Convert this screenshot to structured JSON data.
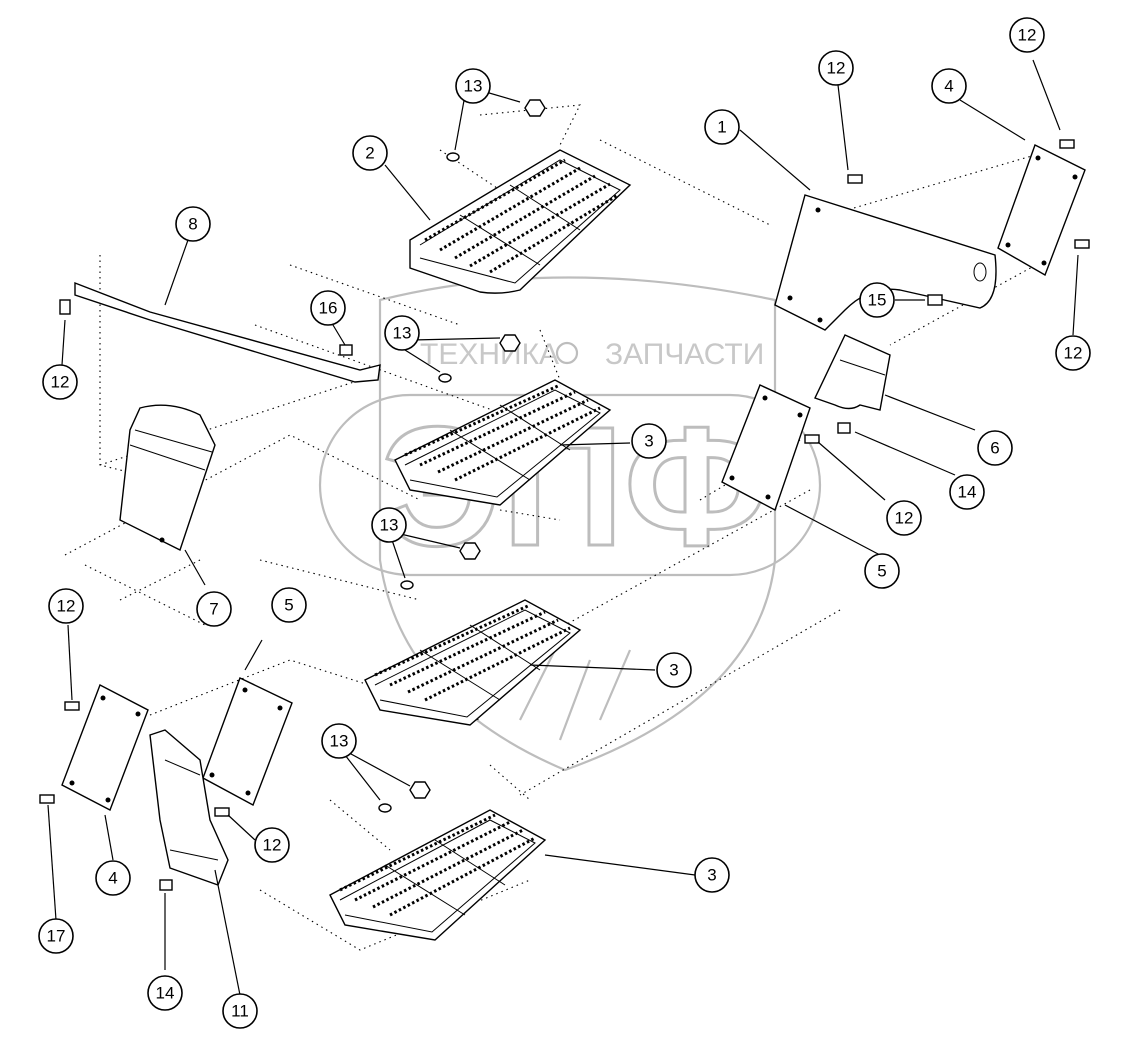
{
  "watermark": {
    "left_text": "ТЕХНИКА",
    "right_text": "ЗАПЧАСТИ",
    "monogram": "ЭПФ",
    "color": "#c8c8c8"
  },
  "colors": {
    "ink": "#000000",
    "paper": "#ffffff"
  },
  "callouts": [
    {
      "id": "c1",
      "number": "1"
    },
    {
      "id": "c2",
      "number": "2"
    },
    {
      "id": "c3a",
      "number": "3"
    },
    {
      "id": "c3b",
      "number": "3"
    },
    {
      "id": "c3c",
      "number": "3"
    },
    {
      "id": "c4a",
      "number": "4"
    },
    {
      "id": "c4b",
      "number": "4"
    },
    {
      "id": "c5a",
      "number": "5"
    },
    {
      "id": "c5b",
      "number": "5"
    },
    {
      "id": "c6",
      "number": "6"
    },
    {
      "id": "c7",
      "number": "7"
    },
    {
      "id": "c8",
      "number": "8"
    },
    {
      "id": "c11",
      "number": "11"
    },
    {
      "id": "c12a",
      "number": "12"
    },
    {
      "id": "c12b",
      "number": "12"
    },
    {
      "id": "c12c",
      "number": "12"
    },
    {
      "id": "c12d",
      "number": "12"
    },
    {
      "id": "c12e",
      "number": "12"
    },
    {
      "id": "c12f",
      "number": "12"
    },
    {
      "id": "c12g",
      "number": "12"
    },
    {
      "id": "c13a",
      "number": "13"
    },
    {
      "id": "c13b",
      "number": "13"
    },
    {
      "id": "c13c",
      "number": "13"
    },
    {
      "id": "c13d",
      "number": "13"
    },
    {
      "id": "c14a",
      "number": "14"
    },
    {
      "id": "c14b",
      "number": "14"
    },
    {
      "id": "c15",
      "number": "15"
    },
    {
      "id": "c16",
      "number": "16"
    },
    {
      "id": "c17",
      "number": "17"
    }
  ]
}
